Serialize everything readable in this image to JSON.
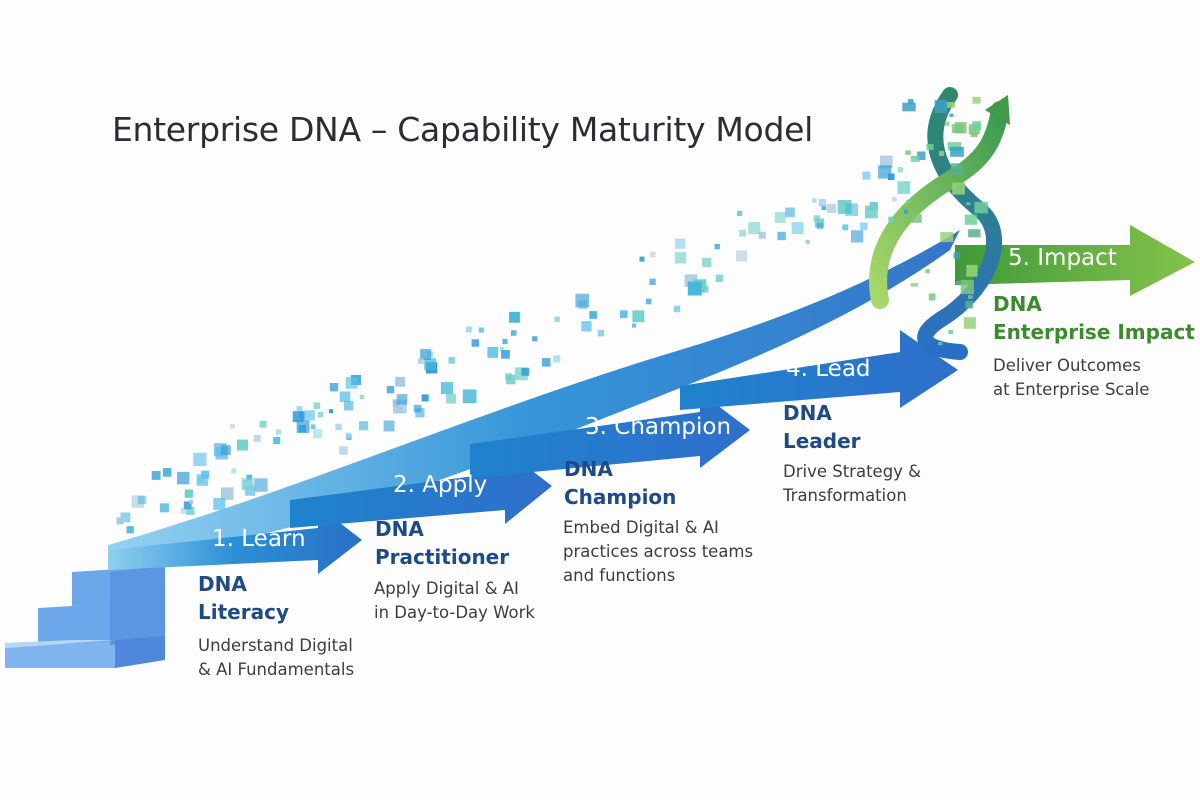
{
  "title": "Enterprise DNA – Capability Maturity Model",
  "colors": {
    "title": "#2a2d33",
    "stage_blue_light": "#6fbdea",
    "stage_blue_dark": "#2a6fc6",
    "stage_green": "#5aa83c",
    "heading_blue": "#1e4a86",
    "heading_green": "#3d8b2e",
    "body_text": "#3a3d42"
  },
  "stages": [
    {
      "step": "1. Learn",
      "name_line1": "DNA",
      "name_line2": "Literacy",
      "desc_line1": "Understand Digital",
      "desc_line2": "& AI Fundamentals"
    },
    {
      "step": "2. Apply",
      "name_line1": "DNA",
      "name_line2": "Practitioner",
      "desc_line1": "Apply Digital & AI",
      "desc_line2": "in Day-to-Day Work"
    },
    {
      "step": "3. Champion",
      "name_line1": "DNA",
      "name_line2": "Champion",
      "desc_line1": "Embed Digital & AI",
      "desc_line2": "practices across teams",
      "desc_line3": "and functions"
    },
    {
      "step": "4. Lead",
      "name_line1": "DNA",
      "name_line2": "Leader",
      "desc_line1": "Drive Strategy &",
      "desc_line2": "Transformation"
    },
    {
      "step": "5. Impact",
      "name_line1": "DNA",
      "name_line2": "Enterprise Impact",
      "desc_line1": "Deliver Outcomes",
      "desc_line2": "at Enterprise Scale"
    }
  ],
  "icons": [
    "staircase-icon",
    "dna-helix-icon",
    "growth-arrow-icon",
    "pixel-particles"
  ]
}
